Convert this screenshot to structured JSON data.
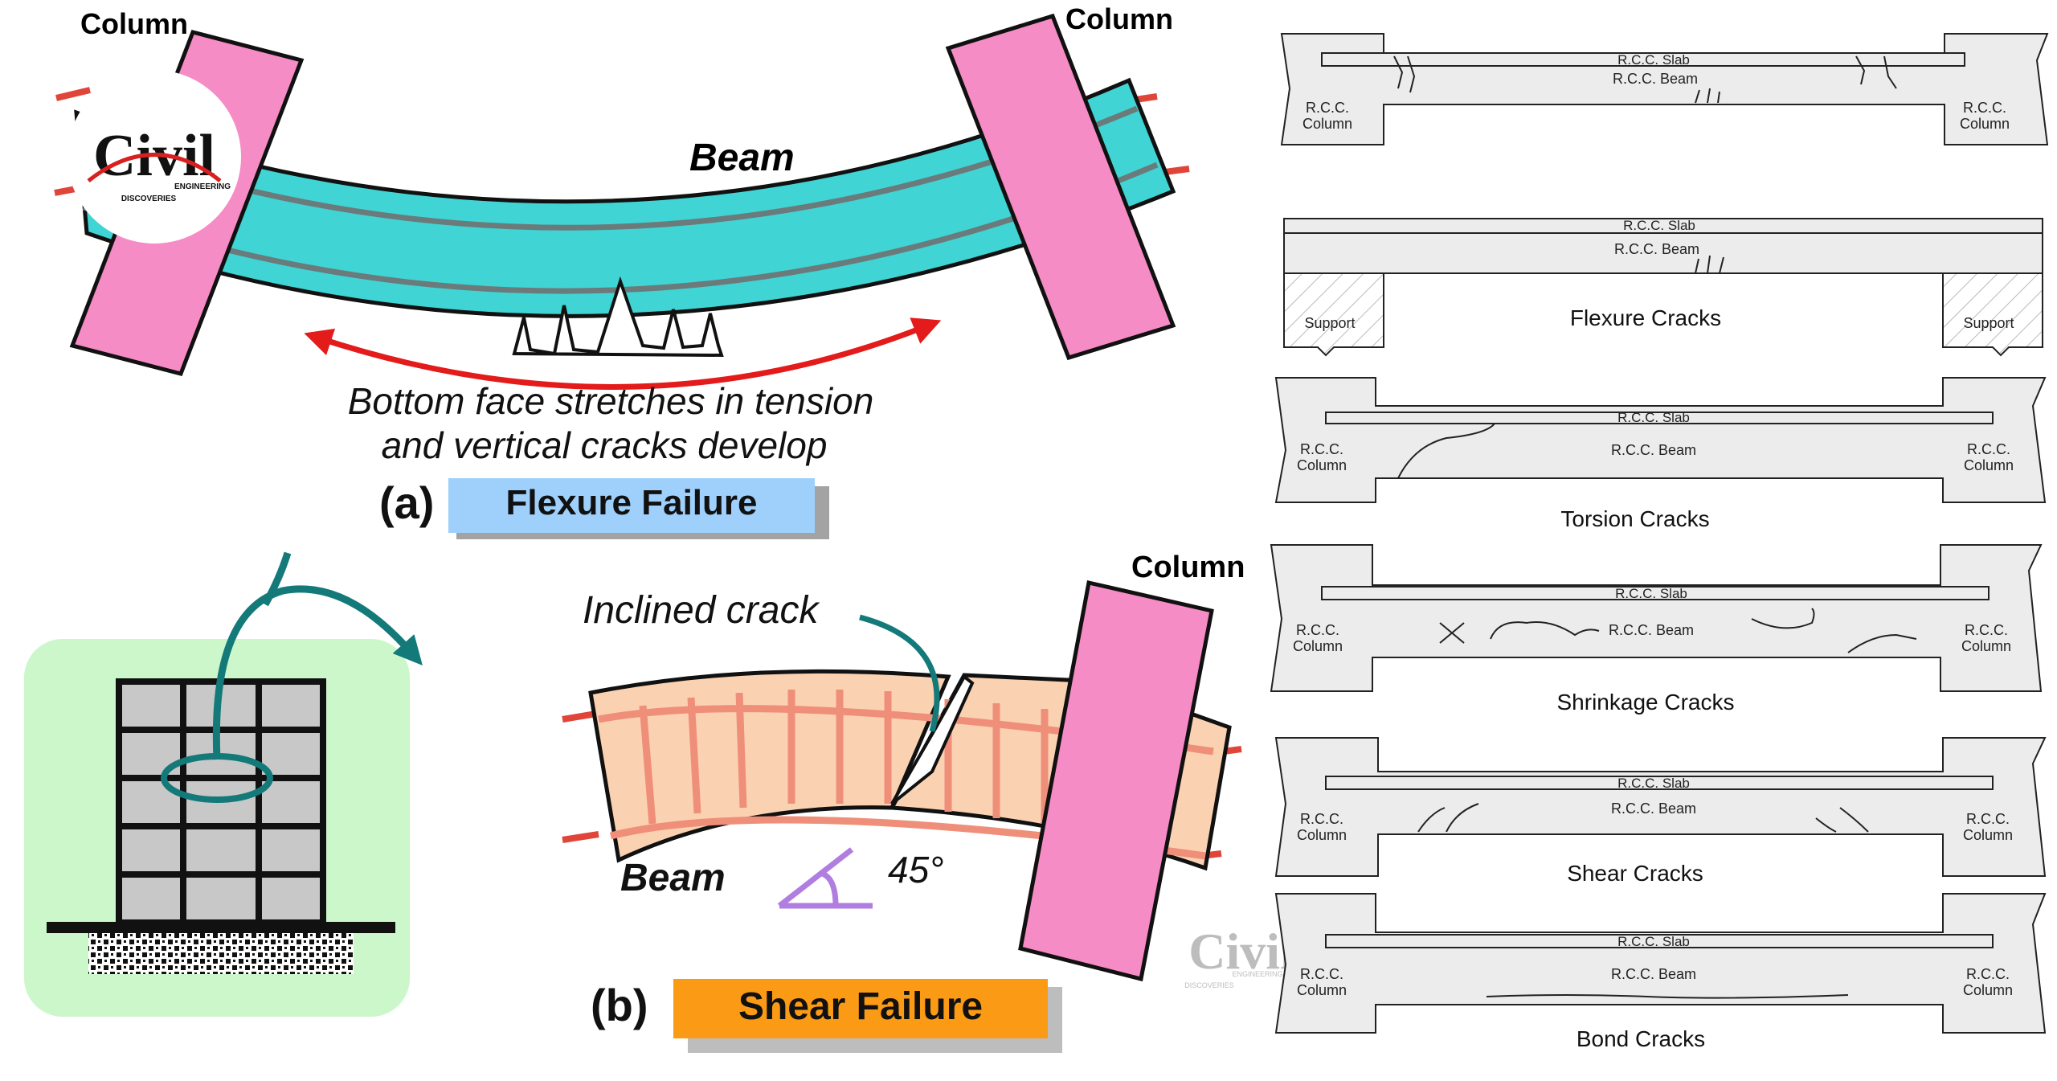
{
  "flexure": {
    "column_left_label": "Column",
    "column_right_label": "Column",
    "beam_label": "Beam",
    "caption_line1": "Bottom face stretches in tension",
    "caption_line2": "and vertical cracks develop",
    "panel_letter": "(a)",
    "title": "Flexure Failure"
  },
  "shear": {
    "column_label": "Column",
    "crack_label": "Inclined crack",
    "beam_label": "Beam",
    "angle_label": "45°",
    "panel_letter": "(b)",
    "title": "Shear Failure"
  },
  "logo": {
    "brand_word": "Civil",
    "line2": "ENGINEERING",
    "line3": "DISCOVERIES"
  },
  "cracks_panel": {
    "slab_label": "R.C.C. Slab",
    "beam_label": "R.C.C. Beam",
    "column_label_line1": "R.C.C.",
    "column_label_line2": "Column",
    "support_label": "Support",
    "crack_types": [
      "Flexure Cracks",
      "Torsion Cracks",
      "Shrinkage Cracks",
      "Shear Cracks",
      "Bond Cracks"
    ]
  },
  "colors": {
    "column_pink": "#f58cc5",
    "flexure_beam": "#40d4d4",
    "shear_beam": "#fad2b2",
    "rebar_red": "#e0453a",
    "tension_arrow": "#e41b1b",
    "flexure_title_bg": "#9fd0fb",
    "shear_title_bg": "#fb9a14",
    "building_bg": "#cbf7cb",
    "teal_arrow": "#137a79",
    "angle_purple": "#b07de0",
    "panel_gray": "#ececec"
  }
}
